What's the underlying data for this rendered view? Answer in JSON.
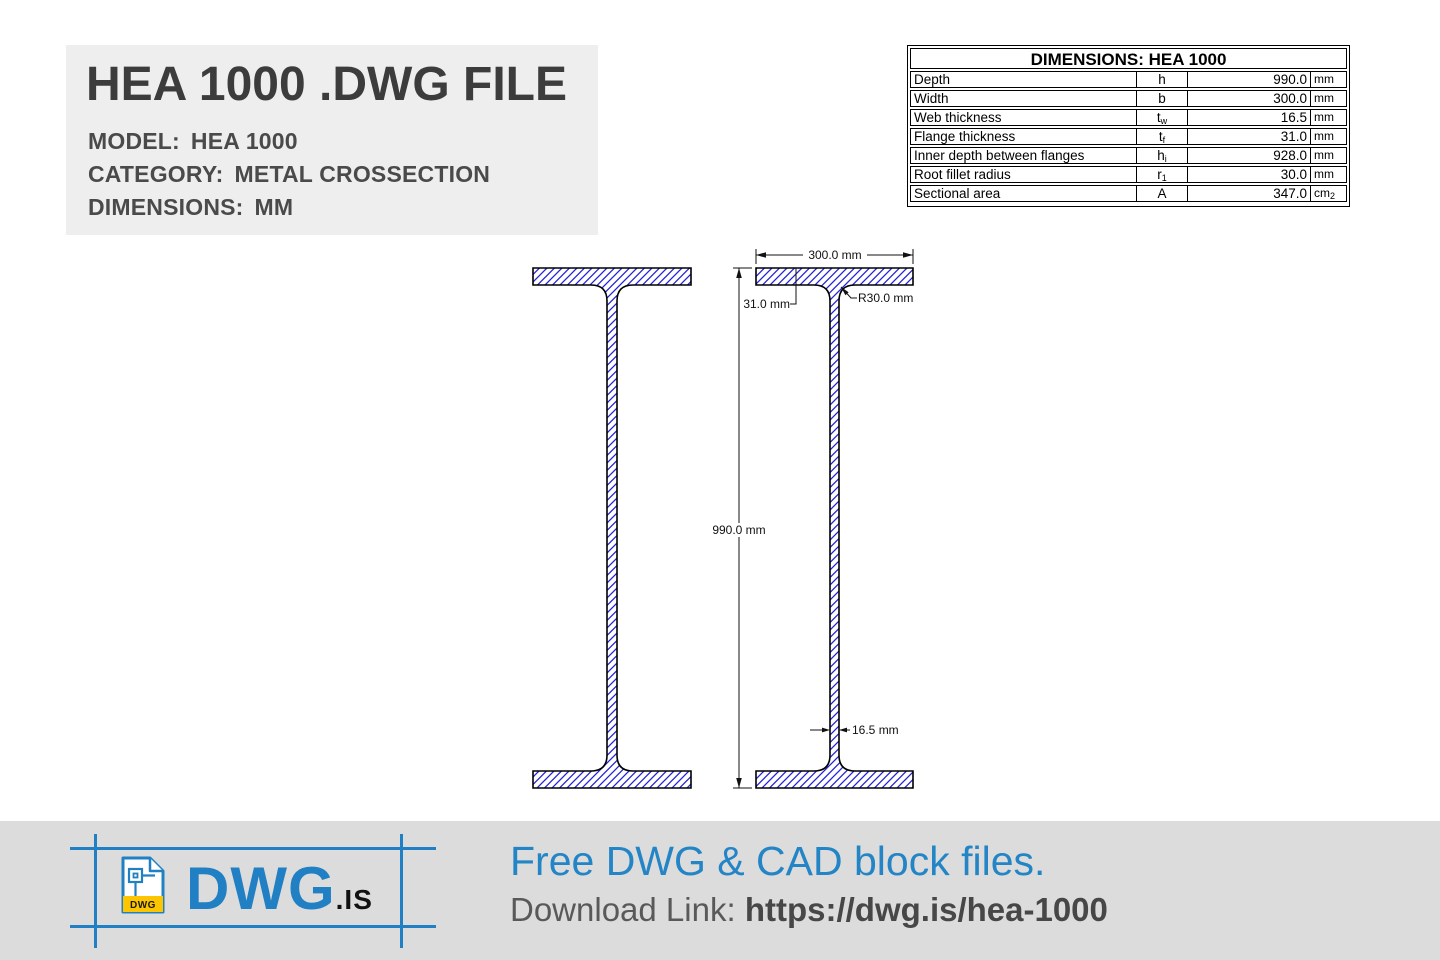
{
  "header": {
    "title": "HEA 1000 .DWG FILE",
    "model_label": "MODEL:",
    "model_value": "HEA 1000",
    "category_label": "CATEGORY:",
    "category_value": "METAL CROSSECTION",
    "dimensions_label": "DIMENSIONS:",
    "dimensions_value": "MM"
  },
  "spec_table": {
    "title": "DIMENSIONS: HEA 1000",
    "rows": [
      {
        "name": "Depth",
        "sym": "h",
        "sub": "",
        "value": "990.0",
        "unit": "mm",
        "unit_sub": ""
      },
      {
        "name": "Width",
        "sym": "b",
        "sub": "",
        "value": "300.0",
        "unit": "mm",
        "unit_sub": ""
      },
      {
        "name": "Web thickness",
        "sym": "t",
        "sub": "w",
        "value": "16.5",
        "unit": "mm",
        "unit_sub": ""
      },
      {
        "name": "Flange thickness",
        "sym": "t",
        "sub": "f",
        "value": "31.0",
        "unit": "mm",
        "unit_sub": ""
      },
      {
        "name": "Inner depth between flanges",
        "sym": "h",
        "sub": "i",
        "value": "928.0",
        "unit": "mm",
        "unit_sub": ""
      },
      {
        "name": "Root fillet radius",
        "sym": "r",
        "sub": "1",
        "value": "30.0",
        "unit": "mm",
        "unit_sub": ""
      },
      {
        "name": "Sectional area",
        "sym": "A",
        "sub": "",
        "value": "347.0",
        "unit": "cm",
        "unit_sub": "2"
      }
    ]
  },
  "drawing": {
    "dim_width": "300.0 mm",
    "dim_flange_thickness": "31.0 mm",
    "dim_root_radius": "R30.0 mm",
    "dim_depth": "990.0 mm",
    "dim_web_thickness": "16.5 mm",
    "hatch_color": "#2323d6",
    "outline_color": "#000000"
  },
  "footer": {
    "logo_text": "DWG",
    "logo_suffix": ".IS",
    "logo_icon_label": "DWG",
    "tagline": "Free DWG & CAD block files.",
    "download_label": "Download Link:",
    "download_url": "https://dwg.is/hea-1000",
    "accent_blue": "#2180c3",
    "accent_yellow": "#fdc500",
    "background": "#dcdcdc"
  }
}
